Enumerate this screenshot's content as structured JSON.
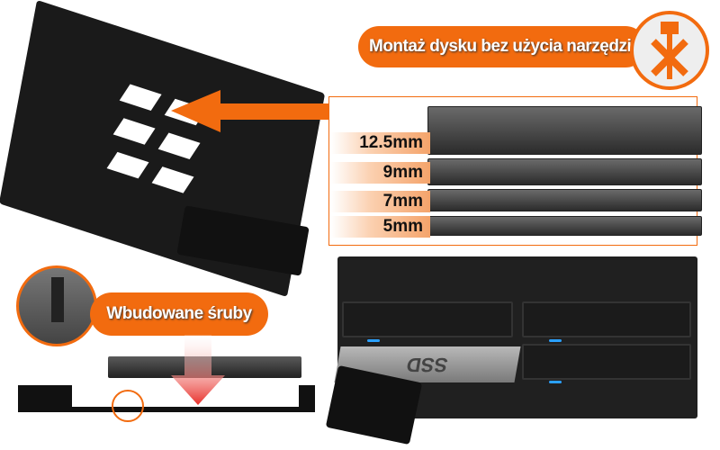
{
  "callouts": {
    "tool_free": "Montaż dysku bez użycia narzędzi",
    "builtin_screws": "Wbudowane śruby"
  },
  "drive_heights": [
    "12.5mm",
    "9mm",
    "7mm",
    "5mm"
  ],
  "ssd_label": "SSD",
  "colors": {
    "accent": "#f26b0f",
    "arrow_red": "#e8302a"
  }
}
